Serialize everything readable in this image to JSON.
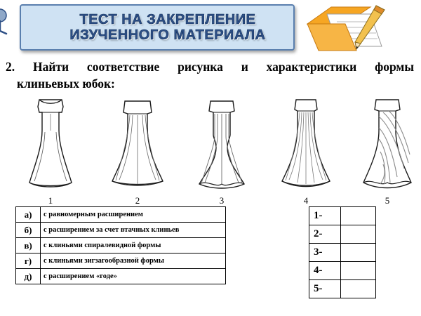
{
  "banner": {
    "line1": "ТЕСТ НА ЗАКРЕПЛЕНИЕ",
    "line2": "ИЗУЧЕННОГО МАТЕРИАЛА",
    "bg_color": "#cfe2f3",
    "text_color": "#2d4f86"
  },
  "question": {
    "line1": "2.  Найти  соответствие  рисунка  и  характеристики  формы",
    "line2": "клиньевых юбок:"
  },
  "figures": [
    {
      "number": "1"
    },
    {
      "number": "2"
    },
    {
      "number": "3"
    },
    {
      "number": "4"
    },
    {
      "number": "5"
    }
  ],
  "answer_table": {
    "rows": [
      {
        "key": "а)",
        "text": "с равномерным расширением"
      },
      {
        "key": "б)",
        "text": "с расширением за счет втачных клиньев"
      },
      {
        "key": "в)",
        "text": "с клиньями спиралевидной формы"
      },
      {
        "key": "г)",
        "text": "с клиньями зигзагообразной формы"
      },
      {
        "key": "д)",
        "text": "с расширением «годе»"
      }
    ]
  },
  "match_table": {
    "rows": [
      {
        "key": "1-",
        "value": ""
      },
      {
        "key": "2-",
        "value": ""
      },
      {
        "key": "3-",
        "value": ""
      },
      {
        "key": "4-",
        "value": ""
      },
      {
        "key": "5-",
        "value": ""
      }
    ]
  }
}
